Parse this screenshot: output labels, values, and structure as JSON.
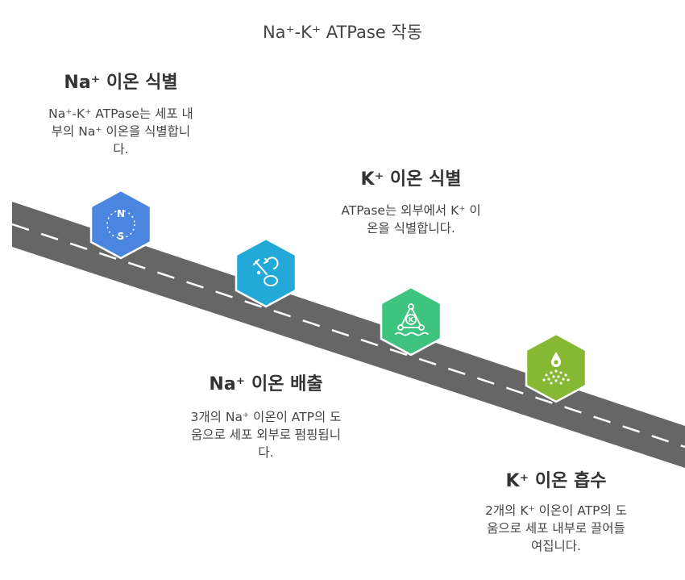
{
  "title": "Na⁺-K⁺ ATPase 작동",
  "steps": [
    {
      "title": "Na⁺ 이온 식별",
      "text": "Na⁺-K⁺ ATPase는 세포 내부의 Na⁺ 이온을 식별합니다.",
      "icon": "compass-ns-icon",
      "color": "#4a86e0"
    },
    {
      "title": "Na⁺ 이온 배출",
      "text": "3개의 Na⁺ 이온이 ATP의 도움으로 세포 외부로 펌핑됩니다.",
      "icon": "pump-out-icon",
      "color": "#22a9d8"
    },
    {
      "title": "K⁺ 이온 식별",
      "text": "ATPase는 외부에서 K⁺ 이온을 식별합니다.",
      "icon": "k-molecule-icon",
      "color": "#3ec47f"
    },
    {
      "title": "K⁺ 이온 흡수",
      "text": "2개의 K⁺ 이온이 ATP의 도움으로 세포 내부로 끌어들여집니다.",
      "icon": "droplet-absorb-icon",
      "color": "#86b834"
    }
  ],
  "road_color": "#666666",
  "icon_labels": {
    "compass_n": "N",
    "compass_s": "S",
    "molecule_k": "K"
  }
}
